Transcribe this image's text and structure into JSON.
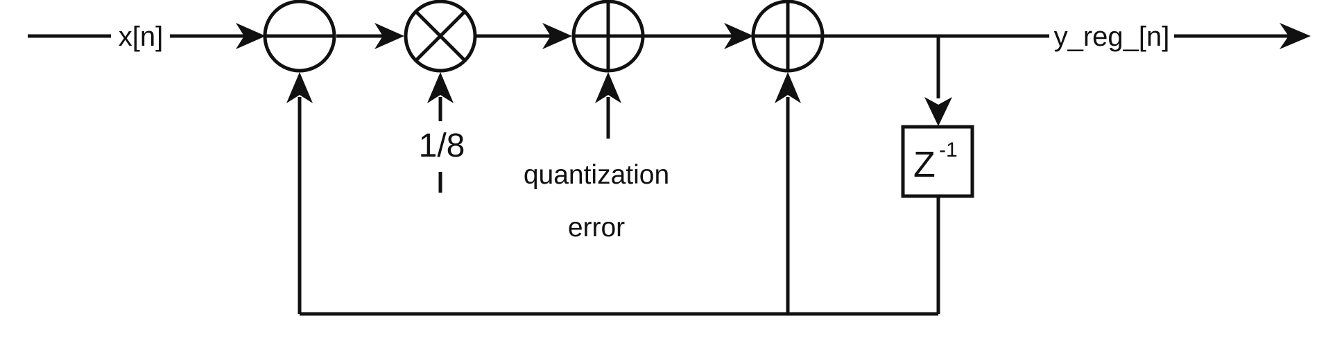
{
  "signals": {
    "input": "x[n]",
    "output": "y_reg_[n]"
  },
  "gain": {
    "value": "1/8",
    "tick_mark": "|"
  },
  "quantization": {
    "line1": "quantization",
    "line2": "error"
  },
  "delay": {
    "base": "Z",
    "exponent": "-1"
  },
  "colors": {
    "stroke": "#111111",
    "background": "#ffffff"
  }
}
